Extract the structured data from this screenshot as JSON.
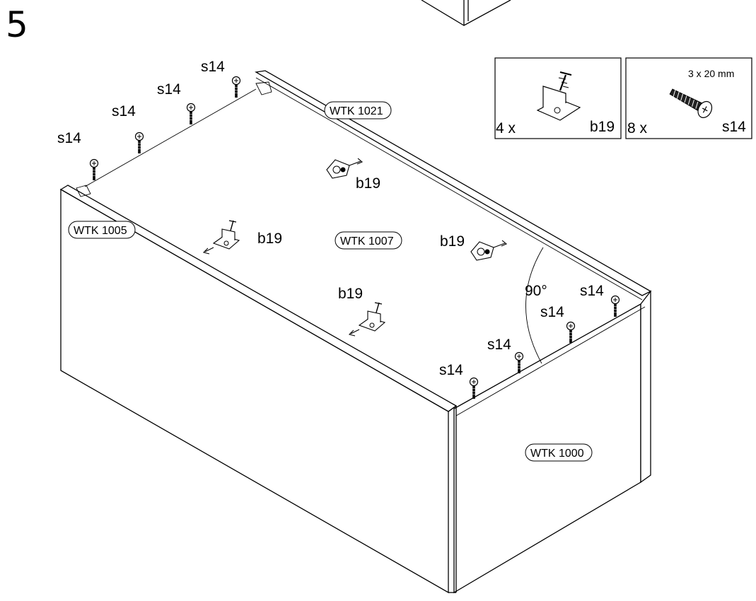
{
  "step_number": "5",
  "parts": {
    "wtk_1021": "WTK 1021",
    "wtk_1005": "WTK 1005",
    "wtk_1007": "WTK 1007",
    "wtk_1000": "WTK 1000"
  },
  "hardware": {
    "b19": {
      "code": "b19",
      "quantity": "4 x"
    },
    "s14": {
      "code": "s14",
      "quantity": "8 x",
      "size": "3 x 20 mm"
    }
  },
  "angle_label": "90°",
  "callouts": {
    "screw": "s14",
    "connector": "b19"
  },
  "icons": [
    "screw-icon",
    "cam-connector-icon",
    "connector-arrow-icon"
  ]
}
